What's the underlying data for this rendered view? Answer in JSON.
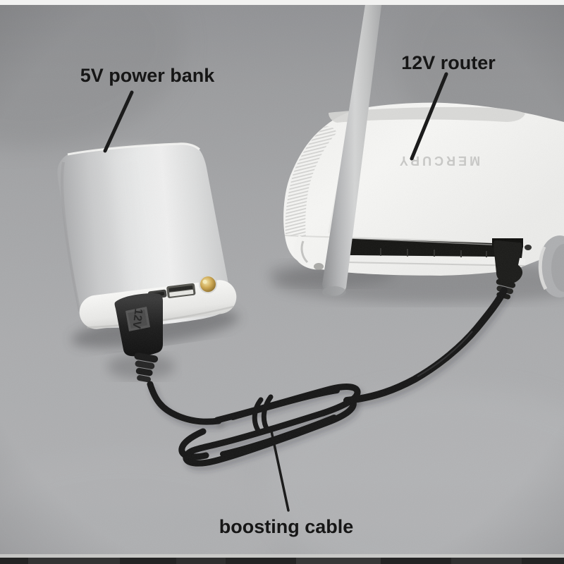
{
  "photo": {
    "labels": {
      "power_bank": "5V power bank",
      "router": "12V router",
      "cable": "boosting cable"
    },
    "router_brand": "MERCURY",
    "plug_marking": "12V",
    "colors": {
      "background_gray": "#a4a5a7",
      "annotation_black": "#161616",
      "router_white": "#f2f2f0",
      "power_bank_silver": "#d9dada",
      "cable_black": "#161616",
      "led_gold": "#c5a34e",
      "antenna_gray": "#c2c3c3",
      "top_strip_white": "#f2f2f1",
      "film_strip_dark": "#242424"
    }
  }
}
